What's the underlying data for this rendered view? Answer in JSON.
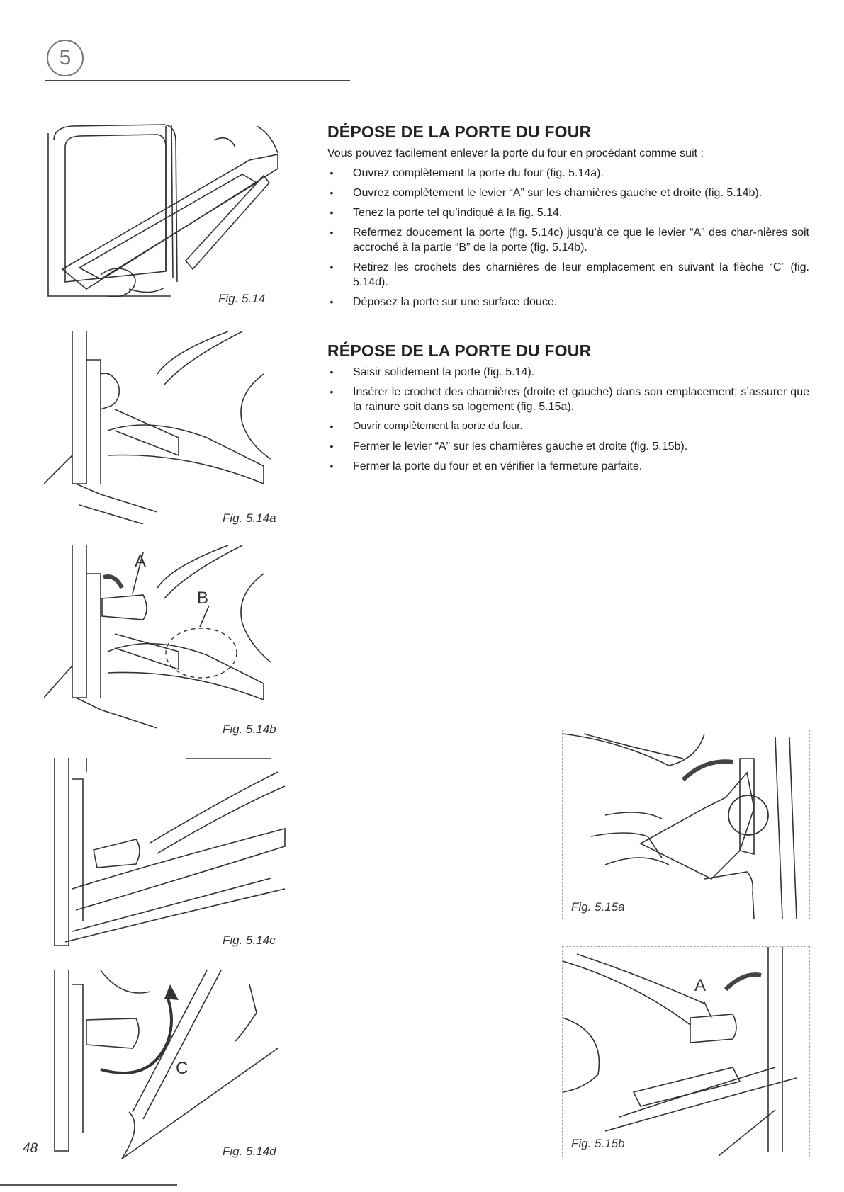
{
  "header": {
    "chapter_number": "5"
  },
  "figures": {
    "f514": "Fig. 5.14",
    "f514a": "Fig. 5.14a",
    "f514b": "Fig. 5.14b",
    "f514c": "Fig. 5.14c",
    "f514d": "Fig. 5.14d",
    "f515a": "Fig. 5.15a",
    "f515b": "Fig. 5.15b",
    "label_a": "A",
    "label_b": "B",
    "label_c": "C"
  },
  "depose": {
    "title": "DÉPOSE DE LA PORTE DU FOUR",
    "intro": "Vous pouvez facilement enlever la porte du four en procédant comme suit :",
    "items": [
      "Ouvrez complètement la porte du four (fig. 5.14a).",
      "Ouvrez complètement le levier “A” sur les charnières gauche et droite (fig. 5.14b).",
      "Tenez la porte tel qu’indiqué à la fig. 5.14.",
      "Refermez doucement la porte (fig. 5.14c) jusqu’à ce que le levier “A” des char-nières soit accroché à la partie “B” de la porte (fig. 5.14b).",
      "Retirez les crochets des charnières de leur emplacement en suivant la flèche “C” (fig. 5.14d).",
      "Déposez la porte sur une surface douce."
    ]
  },
  "repose": {
    "title": "RÉPOSE DE LA PORTE DU FOUR",
    "items": [
      "Saisir solidement la porte (fig. 5.14).",
      "Insérer le crochet des charnières (droite et gauche) dans son emplacement; s’assurer que la rainure soit dans sa logement (fig. 5.15a).",
      "Ouvrir complètement la porte du four.",
      "Fermer le levier “A” sur les charnières gauche et droite (fig. 5.15b).",
      "Fermer la porte du four et en vérifier la fermeture parfaite."
    ]
  },
  "footer": {
    "page_number": "48"
  }
}
